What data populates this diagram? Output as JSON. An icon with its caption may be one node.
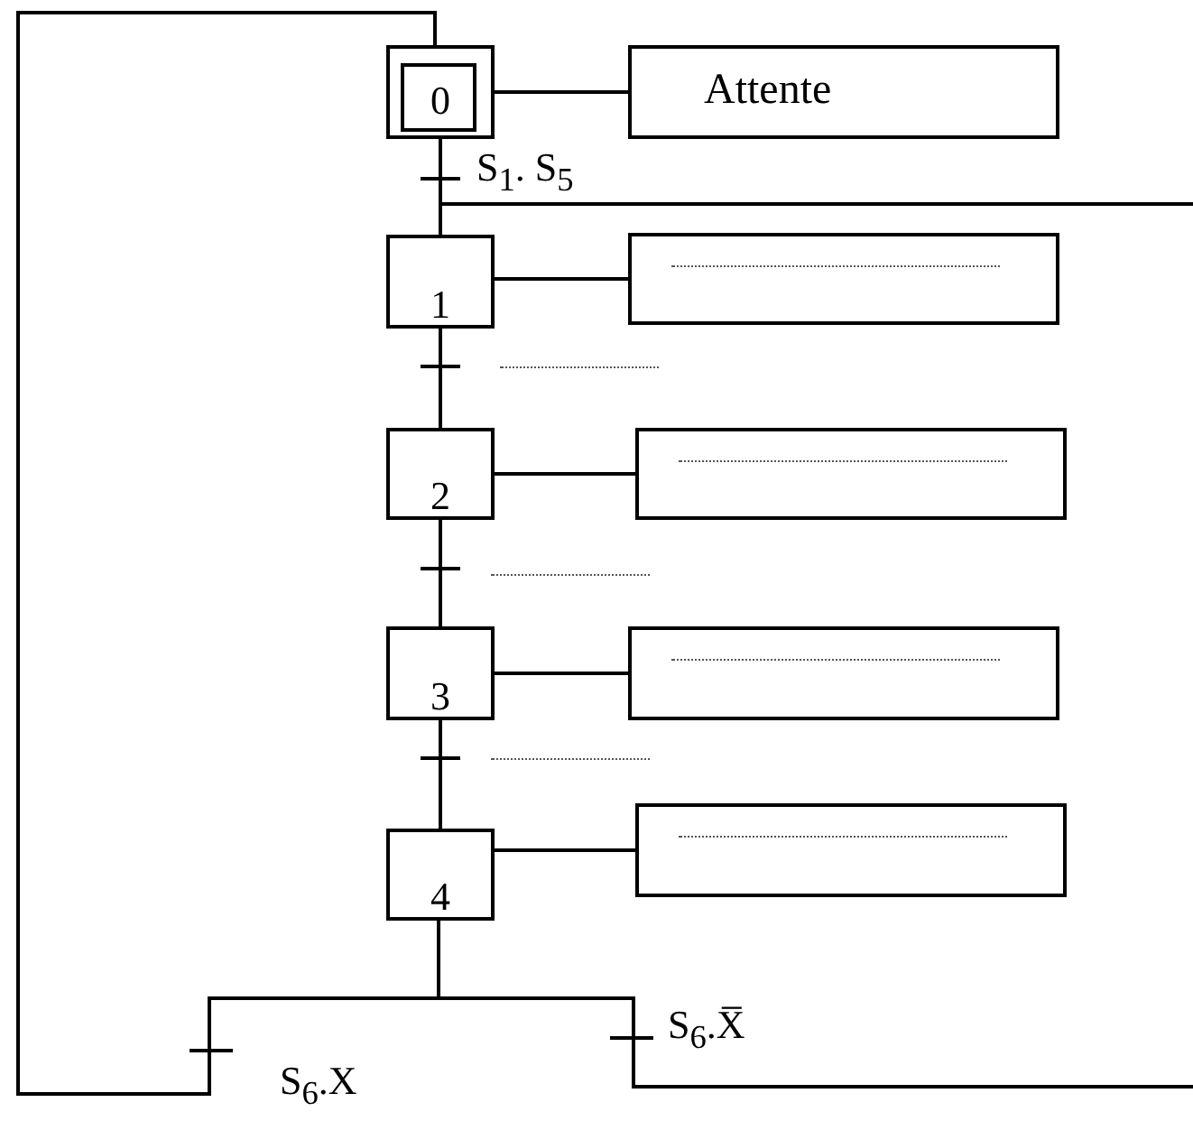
{
  "diagram": {
    "nodes": [
      {
        "text": [
          "0"
        ]
      },
      {
        "text": [
          "Attente"
        ]
      },
      {
        "text": [
          "1"
        ]
      },
      {
        "text": [],
        "shape": "box"
      },
      {
        "text": [
          "2"
        ]
      },
      {
        "text": [],
        "shape": "box"
      },
      {
        "text": [
          "3"
        ]
      },
      {
        "text": [],
        "shape": "box"
      },
      {
        "text": [
          "4"
        ]
      },
      {
        "text": [],
        "shape": "box"
      }
    ],
    "edges": [
      {
        "from": 0,
        "to": 1,
        "arrow": "none"
      },
      {
        "from": 2,
        "to": 3,
        "arrow": "none"
      },
      {
        "from": 4,
        "to": 5,
        "arrow": "none"
      },
      {
        "from": 6,
        "to": 7,
        "arrow": "none"
      },
      {
        "from": 8,
        "to": 9,
        "arrow": "none"
      },
      {
        "from": 0,
        "to": 2,
        "arrow": "none",
        "label": "S$_{1}$. S$_{5}$"
      },
      {
        "from": 2,
        "to": 4,
        "arrow": "none"
      },
      {
        "from": 4,
        "to": 6,
        "arrow": "none"
      },
      {
        "from": 6,
        "to": 8,
        "arrow": "none"
      },
      {
        "from": 8,
        "to": 0,
        "arrow": "none",
        "label": "S$_{6}$.X"
      },
      {
        "from": 8,
        "to": null,
        "arrow": "none",
        "label": "S$_{6}$.X̅"
      },
      {
        "from": null,
        "to": 2,
        "arrow": "none"
      }
    ]
  }
}
